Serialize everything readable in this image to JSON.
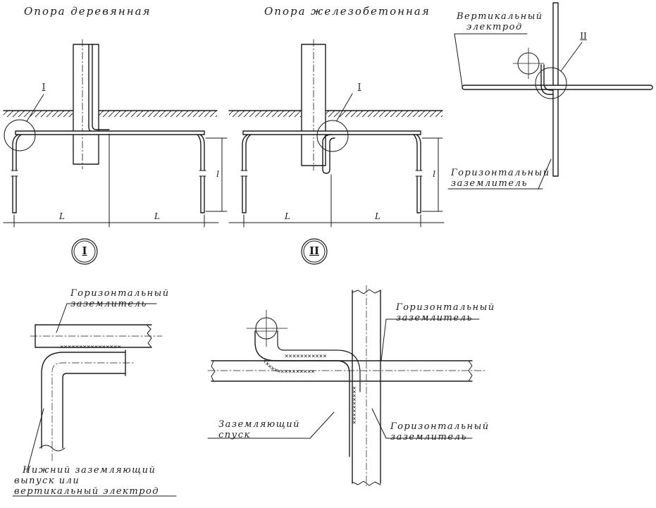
{
  "titles": {
    "wooden": "Опора деревянная",
    "concrete": "Опора железобетонная"
  },
  "labels": {
    "vertical_electrode": [
      "Вертикальный",
      "электрод"
    ],
    "horizontal_grounding_top": [
      "Горизонтальный",
      "заземлитель"
    ],
    "horizontal_grounding_d1": [
      "Горизонтальный",
      "заземлитель"
    ],
    "horizontal_grounding_d2_top": [
      "Горизонтальный",
      "заземлитель"
    ],
    "horizontal_grounding_d2_bottom": [
      "Горизонтальный",
      "заземлитель"
    ],
    "grounding_descent": [
      "Заземляющий",
      "спуск"
    ],
    "lower_outlet": [
      "Нижний заземляющий",
      "выпуск или",
      "вертикальный электрод"
    ]
  },
  "markers": {
    "detail_1": "I",
    "detail_2": "II",
    "callout_1": "I",
    "callout_2": "II"
  },
  "dimensions": {
    "span": "L",
    "depth": "l"
  }
}
